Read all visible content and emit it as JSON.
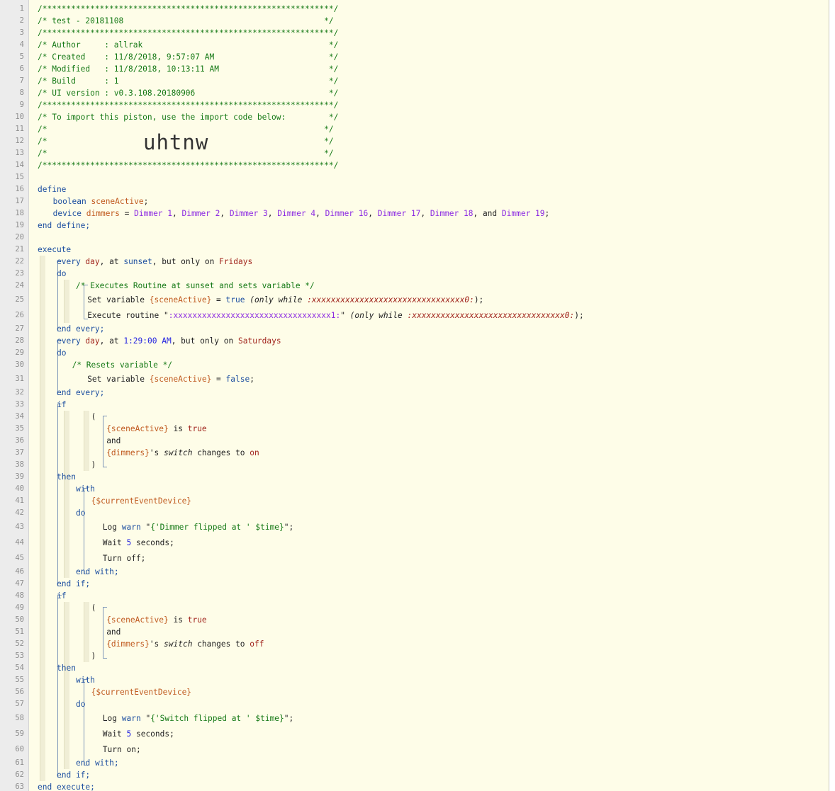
{
  "lines": [
    {
      "n": "1",
      "tokens": [
        [
          "c",
          "/*************************************************************/"
        ]
      ]
    },
    {
      "n": "2",
      "tokens": [
        [
          "c",
          "/* test - 20181108                                          */"
        ]
      ]
    },
    {
      "n": "3",
      "tokens": [
        [
          "c",
          "/*************************************************************/"
        ]
      ]
    },
    {
      "n": "4",
      "tokens": [
        [
          "c",
          "/* Author     : allrak                                       */"
        ]
      ]
    },
    {
      "n": "5",
      "tokens": [
        [
          "c",
          "/* Created    : 11/8/2018, 9:57:07 AM                        */"
        ]
      ]
    },
    {
      "n": "6",
      "tokens": [
        [
          "c",
          "/* Modified   : 11/8/2018, 10:13:11 AM                       */"
        ]
      ]
    },
    {
      "n": "7",
      "tokens": [
        [
          "c",
          "/* Build      : 1                                            */"
        ]
      ]
    },
    {
      "n": "8",
      "tokens": [
        [
          "c",
          "/* UI version : v0.3.108.20180906                            */"
        ]
      ]
    },
    {
      "n": "9",
      "tokens": [
        [
          "c",
          "/*************************************************************/"
        ]
      ]
    },
    {
      "n": "10",
      "tokens": [
        [
          "c",
          "/* To import this piston, use the import code below:         */"
        ]
      ]
    },
    {
      "n": "11",
      "tokens": [
        [
          "c",
          "/*                                                          */"
        ]
      ]
    },
    {
      "n": "12",
      "tokens": [
        [
          "c",
          "/*                                                          */"
        ]
      ]
    },
    {
      "n": "13",
      "tokens": [
        [
          "c",
          "/*                                                          */"
        ]
      ]
    },
    {
      "n": "14",
      "tokens": [
        [
          "c",
          "/*************************************************************/"
        ]
      ]
    },
    {
      "n": "15",
      "tokens": []
    },
    {
      "n": "16",
      "tokens": [
        [
          "k",
          "define"
        ]
      ]
    },
    {
      "n": "17",
      "indent": 4,
      "tokens": [
        [
          "t",
          "boolean "
        ],
        [
          "v",
          "sceneActive"
        ],
        [
          "p",
          ";"
        ]
      ]
    },
    {
      "n": "18",
      "indent": 4,
      "tokens": [
        [
          "t",
          "device "
        ],
        [
          "v",
          "dimmers"
        ],
        [
          "p",
          " = "
        ],
        [
          "d",
          "Dimmer 1"
        ],
        [
          "p",
          ", "
        ],
        [
          "d",
          "Dimmer 2"
        ],
        [
          "p",
          ", "
        ],
        [
          "d",
          "Dimmer 3"
        ],
        [
          "p",
          ", "
        ],
        [
          "d",
          "Dimmer 4"
        ],
        [
          "p",
          ", "
        ],
        [
          "d",
          "Dimmer 16"
        ],
        [
          "p",
          ", "
        ],
        [
          "d",
          "Dimmer 17"
        ],
        [
          "p",
          ", "
        ],
        [
          "d",
          "Dimmer 18"
        ],
        [
          "p",
          ", and "
        ],
        [
          "d",
          "Dimmer 19"
        ],
        [
          "p",
          ";"
        ]
      ]
    },
    {
      "n": "19",
      "tokens": [
        [
          "k",
          "end define;"
        ]
      ]
    },
    {
      "n": "20",
      "tokens": []
    },
    {
      "n": "21",
      "tokens": [
        [
          "k",
          "execute"
        ]
      ]
    },
    {
      "n": "22",
      "indent": 5,
      "tokens": [
        [
          "k",
          "every "
        ],
        [
          "r",
          "day"
        ],
        [
          "p",
          ", at "
        ],
        [
          "k",
          "sunset"
        ],
        [
          "p",
          ", but only on "
        ],
        [
          "r",
          "Fridays"
        ]
      ]
    },
    {
      "n": "23",
      "indent": 5,
      "tokens": [
        [
          "k",
          "do"
        ]
      ]
    },
    {
      "n": "24",
      "indent": 10,
      "tokens": [
        [
          "c",
          "/* Executes Routine at sunset and sets variable */"
        ]
      ]
    },
    {
      "n": "25",
      "indent": 13,
      "tokens": [
        [
          "p",
          "Set variable "
        ],
        [
          "v",
          "{sceneActive}"
        ],
        [
          "p",
          " = "
        ],
        [
          "k",
          "true"
        ],
        [
          "p",
          " "
        ],
        [
          "i",
          "(only while "
        ],
        [
          "x",
          ":xxxxxxxxxxxxxxxxxxxxxxxxxxxxxxxx0:"
        ],
        [
          "p",
          ");"
        ]
      ]
    },
    {
      "n": "26",
      "indent": 13,
      "tokens": [
        [
          "p",
          "Execute routine \""
        ],
        [
          "d",
          ":xxxxxxxxxxxxxxxxxxxxxxxxxxxxxxxxx1:"
        ],
        [
          "p",
          "\" "
        ],
        [
          "i",
          "(only while "
        ],
        [
          "x",
          ":xxxxxxxxxxxxxxxxxxxxxxxxxxxxxxxx0:"
        ],
        [
          "p",
          ");"
        ]
      ]
    },
    {
      "n": "27",
      "indent": 5,
      "tokens": [
        [
          "k",
          "end every;"
        ]
      ]
    },
    {
      "n": "28",
      "indent": 5,
      "tokens": [
        [
          "k",
          "every "
        ],
        [
          "r",
          "day"
        ],
        [
          "p",
          ", at "
        ],
        [
          "n",
          "1:29:00 AM"
        ],
        [
          "p",
          ", but only on "
        ],
        [
          "r",
          "Saturdays"
        ]
      ]
    },
    {
      "n": "29",
      "indent": 5,
      "tokens": [
        [
          "k",
          "do"
        ]
      ]
    },
    {
      "n": "30",
      "indent": 9,
      "tokens": [
        [
          "c",
          "/* Resets variable */"
        ]
      ]
    },
    {
      "n": "31",
      "indent": 13,
      "tokens": [
        [
          "p",
          "Set variable "
        ],
        [
          "v",
          "{sceneActive}"
        ],
        [
          "p",
          " = "
        ],
        [
          "k",
          "false"
        ],
        [
          "p",
          ";"
        ]
      ]
    },
    {
      "n": "32",
      "indent": 5,
      "tokens": [
        [
          "k",
          "end every;"
        ]
      ]
    },
    {
      "n": "33",
      "indent": 5,
      "tokens": [
        [
          "k",
          "if"
        ]
      ]
    },
    {
      "n": "34",
      "indent": 14,
      "tokens": [
        [
          "p",
          "("
        ]
      ]
    },
    {
      "n": "35",
      "indent": 18,
      "tokens": [
        [
          "v",
          "{sceneActive}"
        ],
        [
          "p",
          " is "
        ],
        [
          "r",
          "true"
        ]
      ]
    },
    {
      "n": "36",
      "indent": 18,
      "tokens": [
        [
          "p",
          "and"
        ]
      ]
    },
    {
      "n": "37",
      "indent": 18,
      "tokens": [
        [
          "v",
          "{dimmers}"
        ],
        [
          "p",
          "'s "
        ],
        [
          "i",
          "switch"
        ],
        [
          "p",
          " changes to "
        ],
        [
          "r",
          "on"
        ]
      ]
    },
    {
      "n": "38",
      "indent": 14,
      "tokens": [
        [
          "p",
          ")"
        ]
      ]
    },
    {
      "n": "39",
      "indent": 5,
      "tokens": [
        [
          "k",
          "then"
        ]
      ]
    },
    {
      "n": "40",
      "indent": 10,
      "tokens": [
        [
          "k",
          "with"
        ]
      ]
    },
    {
      "n": "41",
      "indent": 14,
      "tokens": [
        [
          "v",
          "{$currentEventDevice}"
        ]
      ]
    },
    {
      "n": "42",
      "indent": 10,
      "tokens": [
        [
          "k",
          "do"
        ]
      ]
    },
    {
      "n": "43",
      "indent": 17,
      "tokens": [
        [
          "p",
          "Log "
        ],
        [
          "k",
          "warn"
        ],
        [
          "p",
          " \""
        ],
        [
          "c",
          "{'Dimmer flipped at ' $time}"
        ],
        [
          "p",
          "\";"
        ]
      ]
    },
    {
      "n": "44",
      "indent": 17,
      "tokens": [
        [
          "p",
          "Wait "
        ],
        [
          "n",
          "5"
        ],
        [
          "p",
          " seconds;"
        ]
      ]
    },
    {
      "n": "45",
      "indent": 17,
      "tokens": [
        [
          "p",
          "Turn off;"
        ]
      ]
    },
    {
      "n": "46",
      "indent": 10,
      "tokens": [
        [
          "k",
          "end with;"
        ]
      ]
    },
    {
      "n": "47",
      "indent": 5,
      "tokens": [
        [
          "k",
          "end if;"
        ]
      ]
    },
    {
      "n": "48",
      "indent": 5,
      "tokens": [
        [
          "k",
          "if"
        ]
      ]
    },
    {
      "n": "49",
      "indent": 14,
      "tokens": [
        [
          "p",
          "("
        ]
      ]
    },
    {
      "n": "50",
      "indent": 18,
      "tokens": [
        [
          "v",
          "{sceneActive}"
        ],
        [
          "p",
          " is "
        ],
        [
          "r",
          "true"
        ]
      ]
    },
    {
      "n": "51",
      "indent": 18,
      "tokens": [
        [
          "p",
          "and"
        ]
      ]
    },
    {
      "n": "52",
      "indent": 18,
      "tokens": [
        [
          "v",
          "{dimmers}"
        ],
        [
          "p",
          "'s "
        ],
        [
          "i",
          "switch"
        ],
        [
          "p",
          " changes to "
        ],
        [
          "r",
          "off"
        ]
      ]
    },
    {
      "n": "53",
      "indent": 14,
      "tokens": [
        [
          "p",
          ")"
        ]
      ]
    },
    {
      "n": "54",
      "indent": 5,
      "tokens": [
        [
          "k",
          "then"
        ]
      ]
    },
    {
      "n": "55",
      "indent": 10,
      "tokens": [
        [
          "k",
          "with"
        ]
      ]
    },
    {
      "n": "56",
      "indent": 14,
      "tokens": [
        [
          "v",
          "{$currentEventDevice}"
        ]
      ]
    },
    {
      "n": "57",
      "indent": 10,
      "tokens": [
        [
          "k",
          "do"
        ]
      ]
    },
    {
      "n": "58",
      "indent": 17,
      "tokens": [
        [
          "p",
          "Log "
        ],
        [
          "k",
          "warn"
        ],
        [
          "p",
          " \""
        ],
        [
          "c",
          "{'Switch flipped at ' $time}"
        ],
        [
          "p",
          "\";"
        ]
      ]
    },
    {
      "n": "59",
      "indent": 17,
      "tokens": [
        [
          "p",
          "Wait "
        ],
        [
          "n",
          "5"
        ],
        [
          "p",
          " seconds;"
        ]
      ]
    },
    {
      "n": "60",
      "indent": 17,
      "tokens": [
        [
          "p",
          "Turn on;"
        ]
      ]
    },
    {
      "n": "61",
      "indent": 10,
      "tokens": [
        [
          "k",
          "end with;"
        ]
      ]
    },
    {
      "n": "62",
      "indent": 5,
      "tokens": [
        [
          "k",
          "end if;"
        ]
      ]
    },
    {
      "n": "63",
      "tokens": [
        [
          "k",
          "end execute;"
        ]
      ]
    }
  ],
  "import_code": "uhtnw",
  "colors": {
    "background": "#fefde8",
    "gutter": "#ececec",
    "keyword": "#1d4fa0",
    "variable": "#c05a1f",
    "device": "#8c2be2",
    "comment": "#147814",
    "literal": "#a0231b",
    "number": "#2323e0"
  }
}
